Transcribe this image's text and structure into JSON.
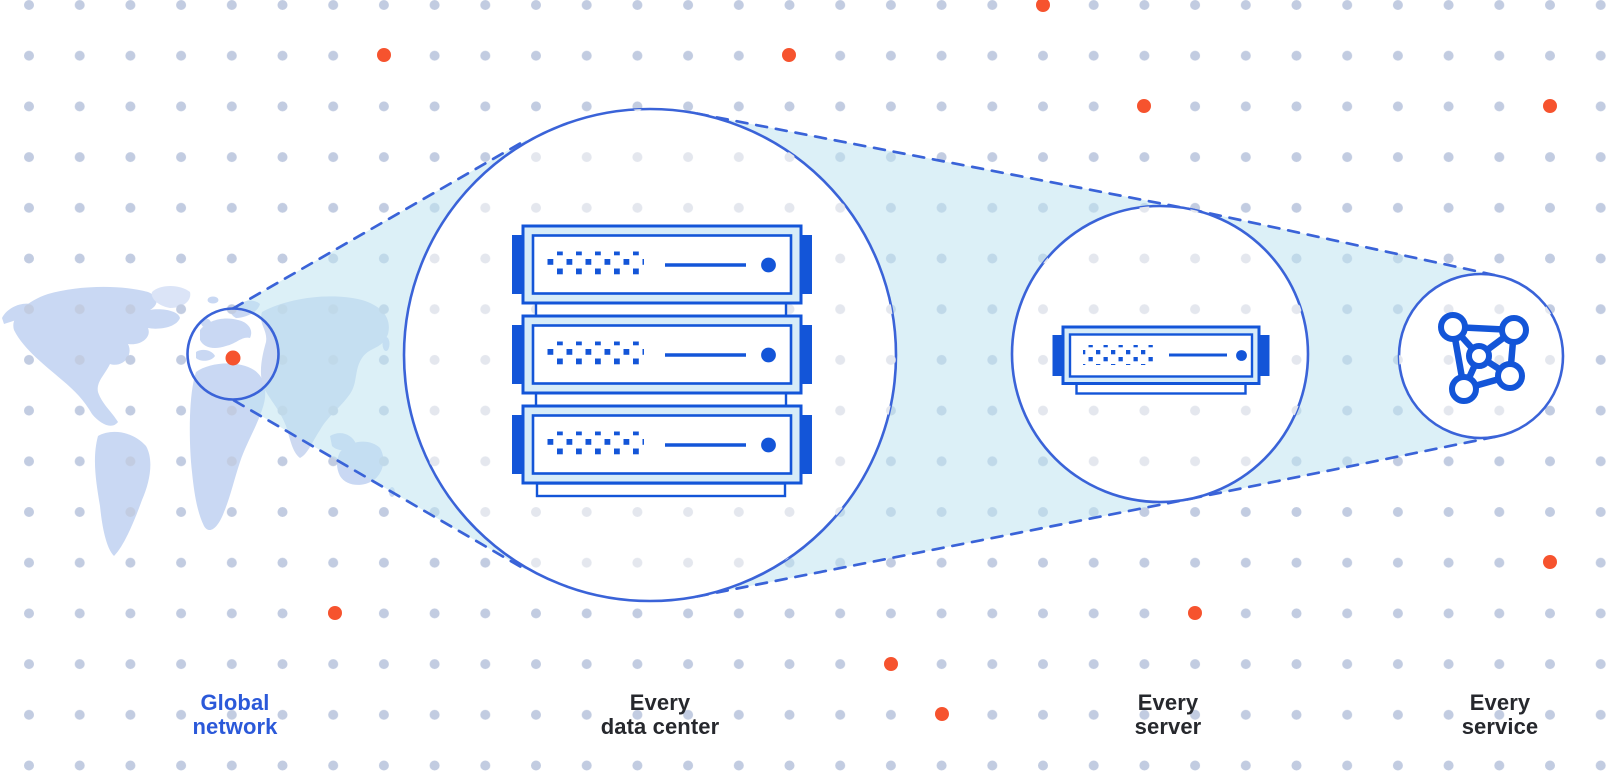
{
  "diagram": {
    "type": "zoom-sequence-illustration",
    "stages": [
      {
        "id": "global-network",
        "label": "Global\nnetwork",
        "icon": "world-map-location-dot",
        "text_color": "#2b59d9"
      },
      {
        "id": "every-data-center",
        "label": "Every\ndata center",
        "icon": "server-rack-stack",
        "text_color": "#26282d"
      },
      {
        "id": "every-server",
        "label": "Every\nserver",
        "icon": "server-unit",
        "text_color": "#26282d"
      },
      {
        "id": "every-service",
        "label": "Every\nservice",
        "icon": "network-mesh",
        "text_color": "#26282d"
      }
    ],
    "colors": {
      "line_blue": "#3a63d8",
      "icon_blue": "#1355d8",
      "icon_light_fill": "#d7ecf8",
      "cone_cyan": "#e4f3f9",
      "map_land": "#c9d8f3",
      "map_land_light": "#dbe4f7",
      "grid_dot": "#c2cce1",
      "grid_dot_inside_circles": "#e4e7ee",
      "accent_orange": "#f6532e",
      "background": "#ffffff"
    }
  }
}
